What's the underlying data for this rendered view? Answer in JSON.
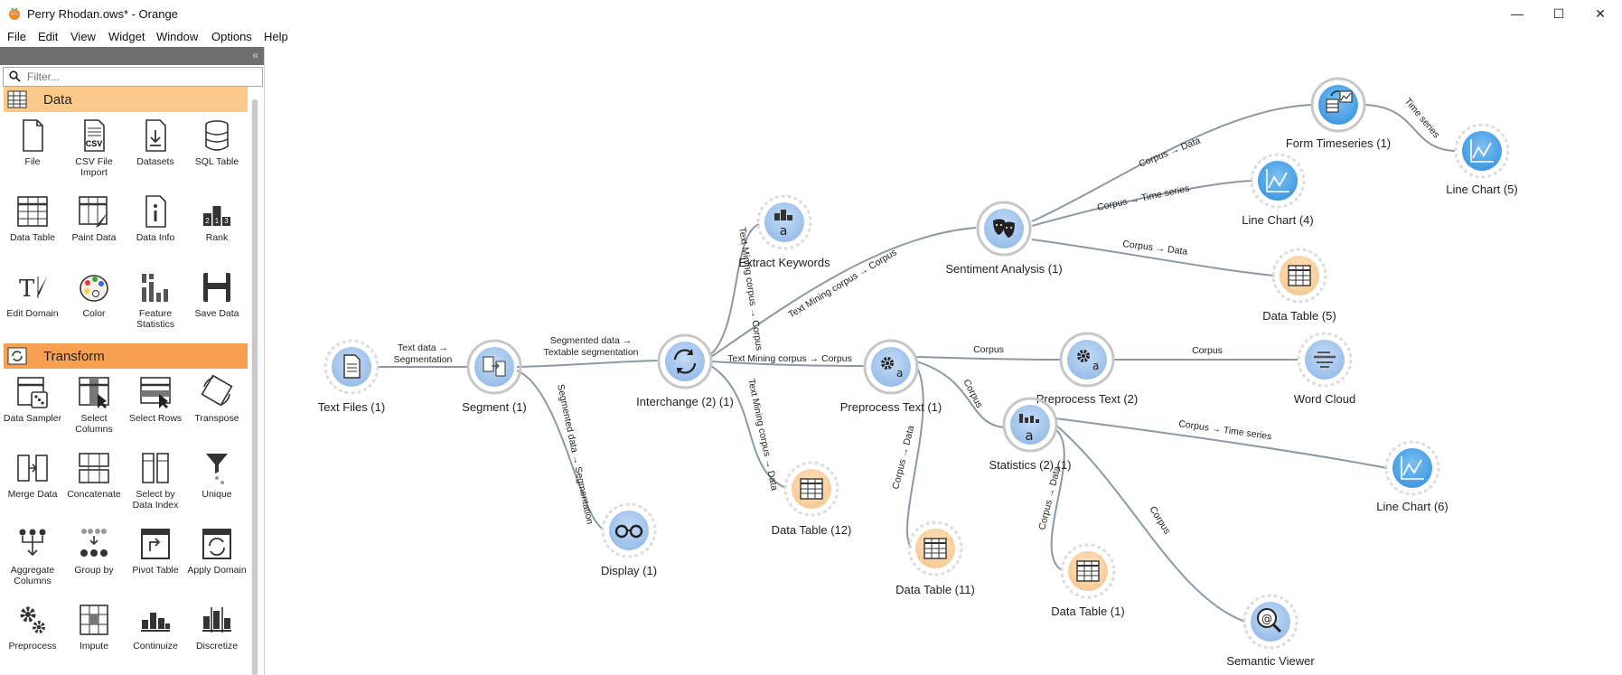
{
  "window": {
    "title": "Perry Rhodan.ows* - Orange",
    "controls": {
      "minimize": "—",
      "maximize": "☐",
      "close": "✕"
    }
  },
  "menu": [
    "File",
    "Edit",
    "View",
    "Widget",
    "Window",
    "Options",
    "Help"
  ],
  "toolbox": {
    "collapse_glyph": "«",
    "filter_placeholder": "Filter...",
    "categories": [
      {
        "name": "Data",
        "color": "#fbc98a",
        "items": [
          "File",
          "CSV File Import",
          "Datasets",
          "SQL Table",
          "Data Table",
          "Paint Data",
          "Data Info",
          "Rank",
          "Edit Domain",
          "Color",
          "Feature Statistics",
          "Save Data"
        ]
      },
      {
        "name": "Transform",
        "color": "#f7a04f",
        "items": [
          "Data Sampler",
          "Select Columns",
          "Select Rows",
          "Transpose",
          "Merge Data",
          "Concatenate",
          "Select by Data Index",
          "Unique",
          "Aggregate Columns",
          "Group by",
          "Pivot Table",
          "Apply Domain",
          "Preprocess",
          "Impute",
          "Continuize",
          "Discretize"
        ]
      }
    ]
  },
  "canvas": {
    "nodes": {
      "text_files": "Text Files (1)",
      "segment": "Segment (1)",
      "interchange": "Interchange (2) (1)",
      "display": "Display (1)",
      "extract_keywords": "Extract Keywords",
      "data_table_12": "Data Table (12)",
      "preprocess_text_1": "Preprocess Text (1)",
      "data_table_11": "Data Table (11)",
      "sentiment": "Sentiment Analysis (1)",
      "form_timeseries": "Form Timeseries (1)",
      "line_chart_5": "Line Chart (5)",
      "line_chart_4": "Line Chart (4)",
      "data_table_5": "Data Table (5)",
      "preprocess_text_2": "Preprocess Text (2)",
      "word_cloud": "Word Cloud",
      "statistics": "Statistics (2) (1)",
      "line_chart_6": "Line Chart (6)",
      "data_table_1": "Data Table (1)",
      "semantic_viewer": "Semantic Viewer"
    },
    "links": {
      "textfiles_segment_1": "Text data →",
      "textfiles_segment_2": "Segmentation",
      "segment_interchange_1": "Segmented data →",
      "segment_interchange_2": "Textable segmentation",
      "segment_display": "Segmented data → Segmentation",
      "interchange_keywords": "Text Mining corpus → Corpus",
      "interchange_sentiment": "Text Mining corpus → Corpus",
      "interchange_preprocess": "Text Mining corpus → Corpus",
      "interchange_datatable12": "Text Mining corpus → Data",
      "sentiment_timeseries": "Corpus → Data",
      "sentiment_linechart4": "Corpus → Time series",
      "sentiment_datatable5": "Corpus → Data",
      "timeseries_linechart5": "Time series",
      "preprocess1_preprocess2": "Corpus",
      "preprocess2_wordcloud": "Corpus",
      "preprocess1_statistics": "Corpus",
      "preprocess1_datatable11": "Corpus → Data",
      "statistics_linechart6": "Corpus → Time series",
      "statistics_datatable1": "Corpus → Data",
      "statistics_semantic": "Corpus"
    },
    "colors": {
      "blue_node": "#a9c9ee",
      "blue_node_dark": "#5aa8e6",
      "orange_node": "#f9d6a9",
      "link": "#8c98a4"
    }
  }
}
